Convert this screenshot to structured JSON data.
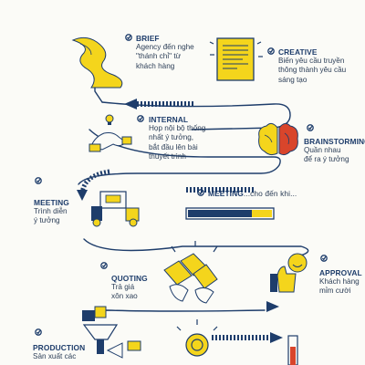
{
  "steps": {
    "brief": {
      "title": "BRIEF",
      "desc": "Agency đến nghe\n\"thánh chỉ\" từ\nkhách hàng"
    },
    "creative": {
      "title": "CREATIVE",
      "desc": "Biến yêu cầu truyền\nthông thành yêu cầu\nsáng tạo"
    },
    "internal": {
      "title": "INTERNAL",
      "desc": "Họp nội bộ thống\nnhất ý tưởng,\nbắt đầu lên bài\nthuyết trình"
    },
    "brainstorming": {
      "title": "BRAINSTORMING",
      "desc": "Quần nhau\nđể ra ý tưởng"
    },
    "meeting": {
      "title": "MEETING",
      "desc": "Trình diễn\ný tưởng"
    },
    "meeting_wait": {
      "title": "MEETING",
      "suffix": "...cho đến khi..."
    },
    "quoting": {
      "title": "QUOTING",
      "desc": "Trả giá\nxôn xao"
    },
    "approval": {
      "title": "APPROVAL",
      "desc": "Khách hàng\nmỉm cười"
    },
    "production": {
      "title": "PRODUCTION",
      "desc": "Sản xuất các"
    }
  },
  "progress": {
    "meeting_bar_fraction": 0.78
  },
  "colors": {
    "navy": "#1e3d6b",
    "yellow": "#f4d51c",
    "red": "#d9452b",
    "ink": "#2c3e57"
  }
}
